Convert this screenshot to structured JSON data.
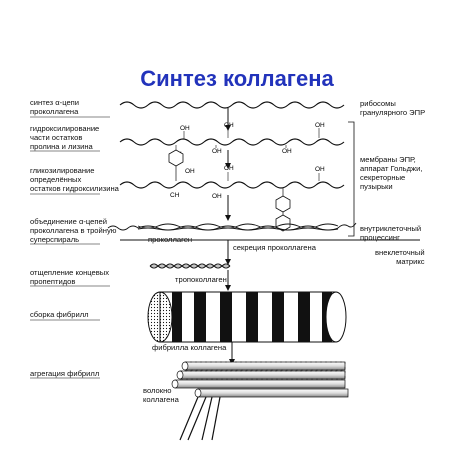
{
  "title": "Синтез коллагена",
  "left_steps": [
    {
      "line1": "синтез α-цепи",
      "line2": "проколлагена"
    },
    {
      "line1": "гидроксилирование",
      "line2": "части остатков",
      "line3": "пролина и лизина"
    },
    {
      "line1": "гликозилирование",
      "line2": "определённых",
      "line3": "остатков гидроксилизина"
    },
    {
      "line1": "объединение α-цепей",
      "line2": "проколлагена в тройную",
      "line3": "суперспираль"
    },
    {
      "line1": "отщепление концевых",
      "line2": "пропептидов"
    },
    {
      "line1": "сборка фибрилл"
    },
    {
      "line1": "агрегация фибрилл"
    }
  ],
  "right_labels": {
    "ribosomes": {
      "line1": "рибосомы",
      "line2": "гранулярного ЭПР"
    },
    "membranes": {
      "line1": "мембраны ЭПР,",
      "line2": "аппарат Гольджи,",
      "line3": "секреторные",
      "line4": "пузырьки"
    },
    "intracellular": {
      "line1": "внутриклеточный",
      "line2": "процессинг"
    },
    "extracellular": {
      "line1": "внеклеточный",
      "line2": "матрикс"
    }
  },
  "inline_labels": {
    "procollagen": "проколлаген",
    "secretion": "секреция проколлагена",
    "tropocollagen": "тропоколлаген",
    "fibril": "фибрилла коллагена",
    "fiber_line1": "волокно",
    "fiber_line2": "коллагена"
  },
  "chem_labels": {
    "oh": "OH",
    "ch": "CH"
  },
  "colors": {
    "title": "#2233bb",
    "ink": "#111111"
  }
}
